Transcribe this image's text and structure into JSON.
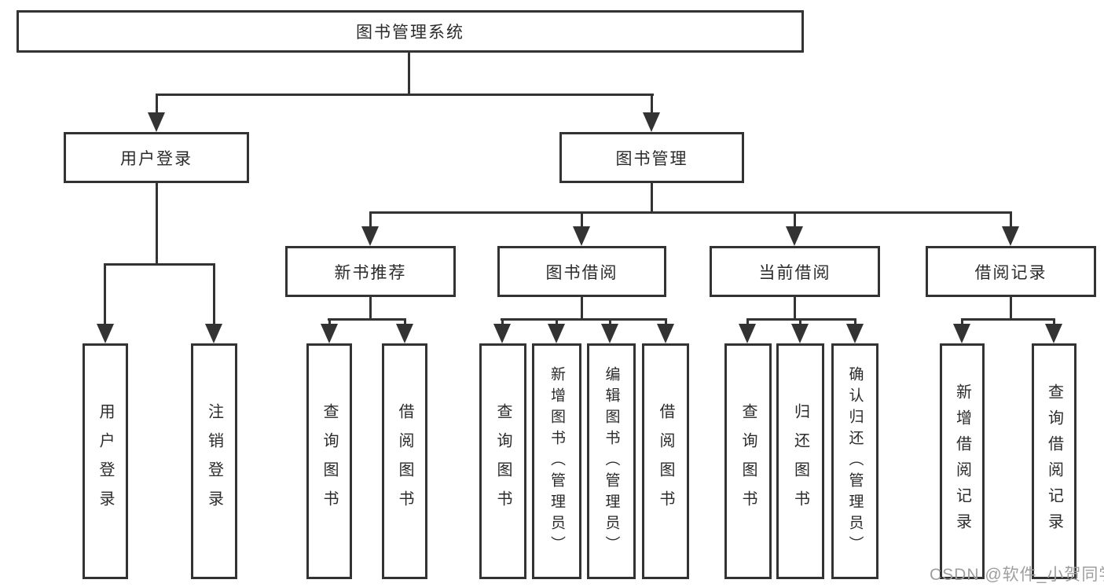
{
  "diagram": {
    "root": {
      "label": "图书管理系统"
    },
    "user_login": {
      "label": "用户登录",
      "children": {
        "login": "用户登录",
        "logout": "注销登录"
      }
    },
    "book_mgmt": {
      "label": "图书管理",
      "new_book": {
        "label": "新书推荐",
        "children": {
          "query": "查询图书",
          "borrow": "借阅图书"
        }
      },
      "book_borrow": {
        "label": "图书借阅",
        "children": {
          "query": "查询图书",
          "add": "新增图书（管理员）",
          "edit": "编辑图书（管理员）",
          "borrow": "借阅图书"
        }
      },
      "current_borrow": {
        "label": "当前借阅",
        "children": {
          "query": "查询图书",
          "return": "归还图书",
          "confirm": "确认归还（管理员）"
        }
      },
      "records": {
        "label": "借阅记录",
        "children": {
          "add": "新增借阅记录",
          "query": "查询借阅记录"
        }
      }
    }
  },
  "watermark": {
    "text": "CSDN @软件_小贺同学"
  },
  "colors": {
    "line": "#333333",
    "text": "#2b2b2b",
    "watermark": "#9e9e9e",
    "background": "#ffffff"
  }
}
